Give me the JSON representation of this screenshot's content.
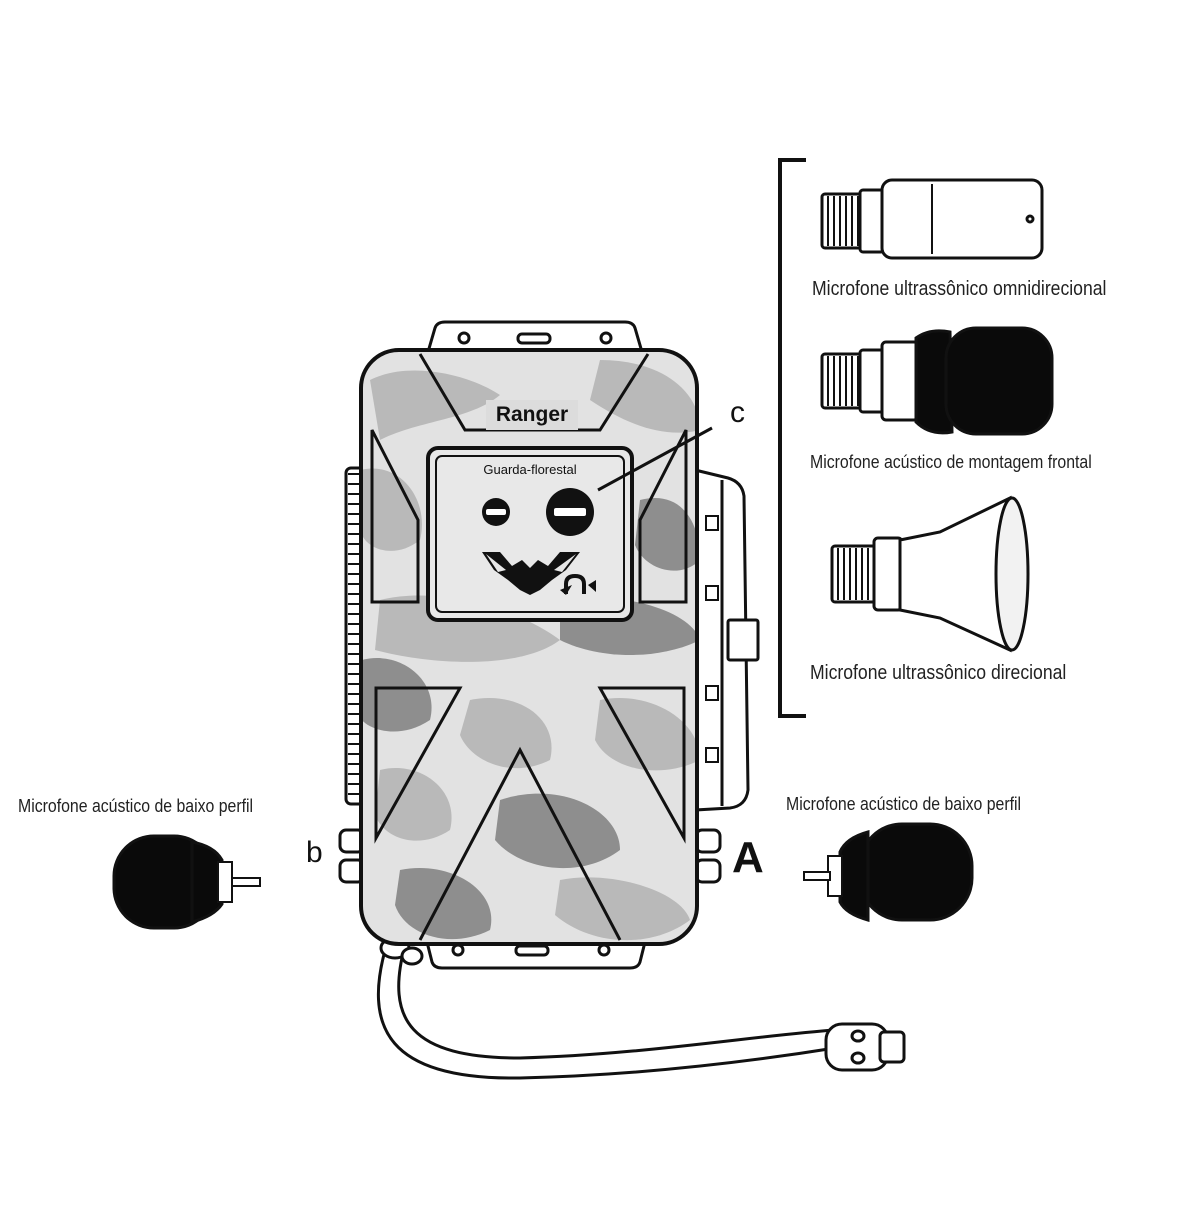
{
  "device": {
    "brand": "Ranger",
    "panel_label": "Guarda-florestal"
  },
  "callouts": {
    "a": "A",
    "b": "b",
    "c": "c"
  },
  "microphones": {
    "omni_ultrasonic": "Microfone ultrassônico omnidirecional",
    "front_mount_acoustic": "Microfone acústico de montagem frontal",
    "directional_ultrasonic": "Microfone ultrassônico direcional",
    "low_profile_left": "Microfone acústico de baixo perfil",
    "low_profile_right": "Microfone acústico de baixo perfil"
  },
  "colors": {
    "camo_light": "#e2e2e2",
    "camo_mid": "#b9b9b9",
    "camo_dark": "#8e8e8e",
    "outline": "#111111",
    "foam": "#0a0a0a"
  },
  "icons": [
    "bat-icon",
    "magnet-icon",
    "button-icon"
  ]
}
